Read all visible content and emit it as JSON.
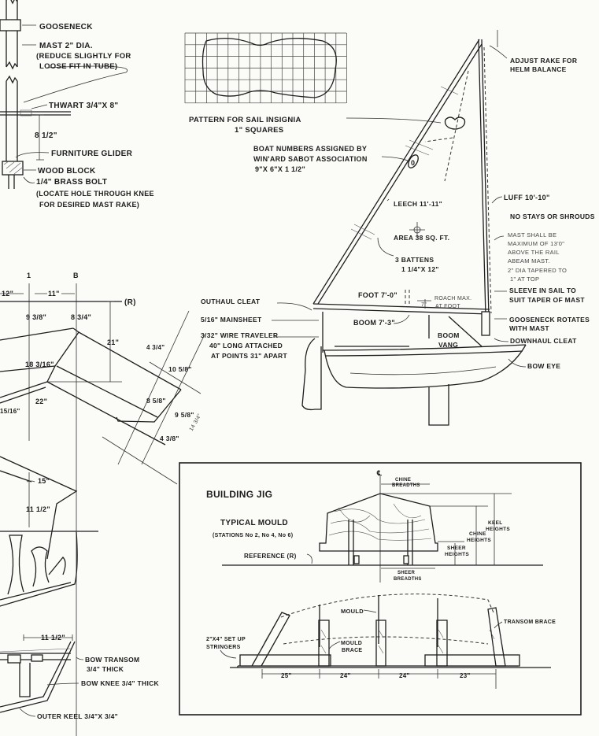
{
  "mast_detail": {
    "gooseneck": "GOOSENECK",
    "mast": "MAST 2\" DIA.",
    "mast_note_1": "(REDUCE SLIGHTLY FOR",
    "mast_note_2": "LOOSE FIT IN TUBE)",
    "thwart": "THWART 3/4\"X 8\"",
    "height": "8 1/2\"",
    "glider": "FURNITURE GLIDER",
    "wood_block": "WOOD BLOCK",
    "bolt": "1/4\" BRASS BOLT",
    "bolt_note_1": "(LOCATE HOLE THROUGH KNEE",
    "bolt_note_2": "FOR DESIRED MAST RAKE)"
  },
  "insignia": {
    "caption": "PATTERN FOR SAIL INSIGNIA",
    "squares": "1\" SQUARES"
  },
  "sail_plan": {
    "adjust_rake_1": "ADJUST RAKE FOR",
    "adjust_rake_2": "HELM BALANCE",
    "boat_numbers_1": "BOAT NUMBERS ASSIGNED BY",
    "boat_numbers_2": "WIN'ARD SABOT ASSOCIATION",
    "boat_numbers_3": "9\"X 6\"X 1 1/2\"",
    "sail_number": "0",
    "leech": "LEECH 11'-11\"",
    "luff": "LUFF 10'-10\"",
    "no_stays": "NO STAYS OR SHROUDS",
    "mast_rule": [
      "MAST SHALL BE",
      "MAXIMUM OF 13'0\"",
      "ABOVE THE RAIL",
      "ABEAM MAST.",
      "2\" DIA TAPERED TO",
      "1\" AT TOP"
    ],
    "area": "AREA 38 SQ. FT.",
    "battens_1": "3 BATTENS",
    "battens_2": "1 1/4\"X 12\"",
    "foot": "FOOT 7'-0\"",
    "roach_dim": "7\"",
    "roach_1": "ROACH MAX.",
    "roach_2": "AT FOOT",
    "sleeve_1": "SLEEVE IN SAIL TO",
    "sleeve_2": "SUIT TAPER OF MAST",
    "outhaul": "OUTHAUL CLEAT",
    "mainsheet": "5/16\" MAINSHEET",
    "traveler_1": "3/32\" WIRE TRAVELER",
    "traveler_2": "40\" LONG ATTACHED",
    "traveler_3": "AT POINTS 31\" APART",
    "boom": "BOOM 7'-3\"",
    "vang_1": "BOOM",
    "vang_2": "VANG",
    "gooseneck_1": "GOOSENECK ROTATES",
    "gooseneck_2": "WITH MAST",
    "downhaul": "DOWNHAUL CLEAT",
    "bow_eye": "BOW EYE"
  },
  "hull_section": {
    "station_1": "1",
    "station_b": "B",
    "dim_12": "12\"",
    "dim_11": "11\"",
    "reference": "(R)",
    "dim_9_3_8": "9 3/8\"",
    "dim_8_3_4": "8 3/4\"",
    "dim_21": "21\"",
    "dim_18_3_16": "18 3/16\"",
    "dim_22": "22\"",
    "dim_15_16": "15/16\"",
    "dim_4_3_4": "4 3/4\"",
    "dim_10_5_8": "10 5/8\"",
    "dim_8_5_8": "8 5/8\"",
    "dim_9_5_8": "9 5/8\"",
    "dim_4_3_8": "4 3/8\"",
    "dim_14_3_4": "14 3/4\""
  },
  "bow_detail": {
    "dim_15": "15\"",
    "dim_11_1_2": "11 1/2\"",
    "dim_11_1_2_b": "11 1/2\"",
    "bow_transom_1": "BOW TRANSOM",
    "bow_transom_2": "3/4\" THICK",
    "bow_knee": "BOW KNEE 3/4\" THICK",
    "outer_keel": "OUTER KEEL 3/4\"X 3/4\""
  },
  "building_jig": {
    "title": "BUILDING JIG",
    "centerline": "℄",
    "chine_breadths_1": "CHINE",
    "chine_breadths_2": "BREADTHS",
    "typical_mould": "TYPICAL MOULD",
    "stations": "(STATIONS No 2, No 4, No 6)",
    "keel_heights_1": "KEEL",
    "keel_heights_2": "HEIGHTS",
    "chine_heights_1": "CHINE",
    "chine_heights_2": "HEIGHTS",
    "sheer_heights_1": "SHEER",
    "sheer_heights_2": "HEIGHTS",
    "reference": "REFERENCE (R)",
    "sheer_breadths_1": "SHEER",
    "sheer_breadths_2": "BREADTHS",
    "mould": "MOULD",
    "mould_brace_1": "MOULD",
    "mould_brace_2": "BRACE",
    "transom_brace": "TRANSOM BRACE",
    "stringers_1": "2\"X4\" SET UP",
    "stringers_2": "STRINGERS",
    "spacings": [
      "25\"",
      "24\"",
      "24\"",
      "23\""
    ]
  }
}
